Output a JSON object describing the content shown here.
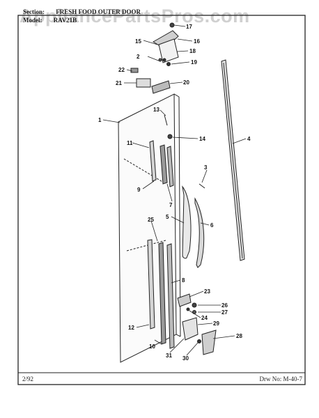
{
  "header": {
    "section_label": "Section:",
    "section_value": "FRESH FOOD OUTER DOOR",
    "model_label": "Model:",
    "model_value": "RAV21B"
  },
  "watermark": "AppliancePartsPros.com",
  "footer": {
    "date": "2/92",
    "drawing_number": "Drw No: M-40-7"
  },
  "callouts": [
    "1",
    "2",
    "3",
    "4",
    "5",
    "6",
    "7",
    "8",
    "9",
    "10",
    "11",
    "12",
    "13",
    "14",
    "15",
    "16",
    "17",
    "18",
    "19",
    "20",
    "21",
    "22",
    "23",
    "24",
    "25",
    "26",
    "27",
    "28",
    "29",
    "30",
    "31"
  ]
}
